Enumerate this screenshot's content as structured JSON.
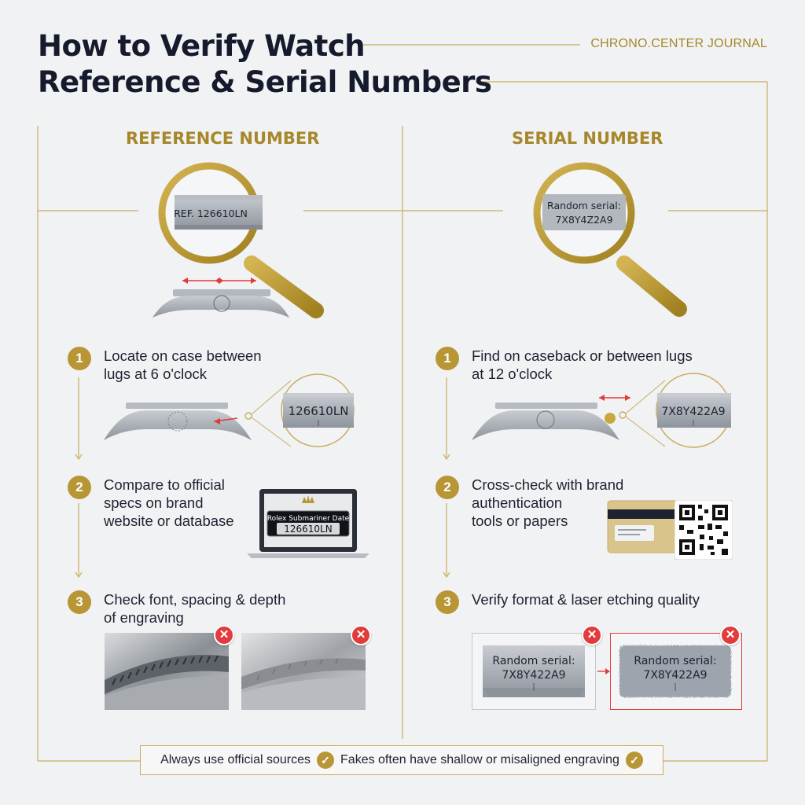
{
  "header": {
    "title_line1": "How to Verify Watch",
    "title_line2": "Reference & Serial Numbers",
    "brand": "CHRONO.CENTER JOURNAL"
  },
  "reference": {
    "heading": "REFERENCE NUMBER",
    "lens_text": "REF. 126610LN",
    "zoom_text": "126610LN",
    "steps": [
      {
        "num": "1",
        "line1": "Locate on case between",
        "line2": "lugs at 6 o'clock"
      },
      {
        "num": "2",
        "line1": "Compare to official",
        "line2": "specs on brand",
        "line3": "website or database"
      },
      {
        "num": "3",
        "line1": "Check font, spacing & depth",
        "line2": "of engraving"
      }
    ],
    "laptop_label": "Rolex Submariner Date",
    "laptop_number": "126610LN"
  },
  "serial": {
    "heading": "SERIAL NUMBER",
    "lens_line1": "Random serial:",
    "lens_line2": "7X8Y4Z2A9",
    "zoom_text": "7X8Y422A9",
    "steps": [
      {
        "num": "1",
        "line1": "Find on caseback or between lugs",
        "line2": "at 12 o'clock"
      },
      {
        "num": "2",
        "line1": "Cross-check with brand",
        "line2": "authentication",
        "line3": "tools or papers"
      },
      {
        "num": "3",
        "line1": "Verify format & laser etching quality"
      }
    ],
    "compare_left_line1": "Random serial:",
    "compare_left_line2": "7X8Y422A9",
    "compare_right_line1": "Random serial:",
    "compare_right_line2": "7X8Y422A9"
  },
  "footer": {
    "item1": "Always use official sources",
    "item2": "Fakes often have shallow or misaligned engraving"
  },
  "colors": {
    "gold": "#b89635",
    "navy": "#151b2c",
    "red": "#e23b3b",
    "steel": "#9ea4ad"
  },
  "icons": [
    "magnifier-icon",
    "watch-case-icon",
    "laptop-icon",
    "crown-logo-icon",
    "warranty-card-icon",
    "qr-code-icon",
    "x-mark-icon",
    "check-mark-icon"
  ]
}
